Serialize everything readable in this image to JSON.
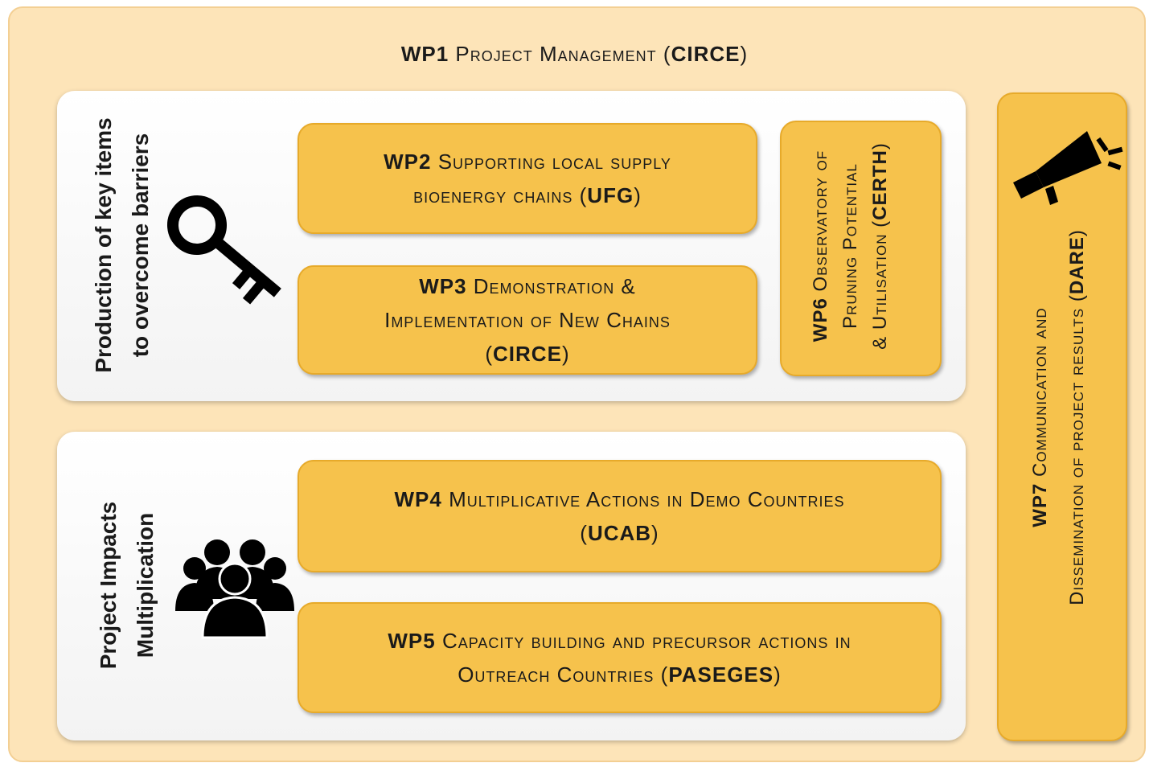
{
  "wp1": {
    "code": "WP1",
    "title": "Project Management",
    "lead": "CIRCE"
  },
  "side_labels": {
    "top": {
      "line1": "Production of key items",
      "line2": "to overcome barriers"
    },
    "bottom": {
      "line1": "Project Impacts",
      "line2": "Multiplication"
    }
  },
  "wp2": {
    "code": "WP2",
    "line1": "Supporting local supply",
    "line2": "bioenergy chains",
    "lead": "UFG"
  },
  "wp3": {
    "code": "WP3",
    "line1": "Demonstration &",
    "line2": "Implementation of New Chains",
    "lead": "CIRCE"
  },
  "wp4": {
    "code": "WP4",
    "line1": "Multiplicative Actions in Demo Countries",
    "lead": "UCAB"
  },
  "wp5": {
    "code": "WP5",
    "line1": "Capacity building and precursor actions in",
    "line2": "Outreach Countries",
    "lead": "PASEGES"
  },
  "wp6": {
    "code": "WP6",
    "line1": "Observatory of",
    "line2": "Pruning Potential",
    "line3": "& Utilisation",
    "lead": "CERTH"
  },
  "wp7": {
    "code": "WP7",
    "line1": "Communication and",
    "line2": "Dissemination of project results",
    "lead": "DARE"
  },
  "icons": {
    "key": "key-icon",
    "people": "people-group-icon",
    "megaphone": "megaphone-icon"
  },
  "colors": {
    "background": "#fde4b8",
    "box": "#f6c24c",
    "box_border": "#e7aa2a",
    "panel": "#ffffff"
  }
}
